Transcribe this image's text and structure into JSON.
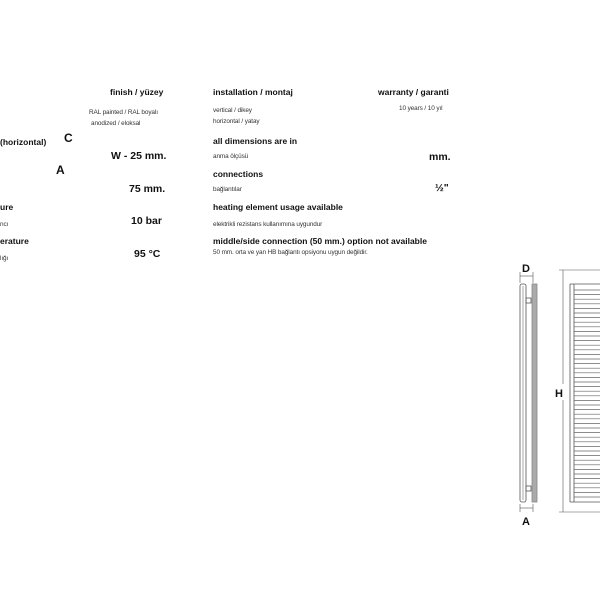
{
  "left_col": {
    "cut_heading_1": "(horizontal)",
    "label_C": "C",
    "label_A": "A",
    "cut_heading_2": "ure",
    "cut_sub_2": "ncı",
    "cut_heading_3": "erature",
    "cut_sub_3": "lığı"
  },
  "finish": {
    "heading": "finish / yüzey",
    "line1": "RAL painted / RAL boyalı",
    "line2": "anodized  / eloksal"
  },
  "values": {
    "c_value": "W - 25 mm.",
    "a_value": "75 mm.",
    "pressure_value": "10 bar",
    "temperature_value": "95 °C"
  },
  "installation": {
    "heading": "installation / montaj",
    "line1": "vertical / dikey",
    "line2": "horizontal / yatay"
  },
  "warranty": {
    "heading": "warranty / garanti",
    "value": "10 years / 10 yıl"
  },
  "dimensions": {
    "heading": "all dimensions are in",
    "sub": "anma ölçüsü",
    "unit": "mm."
  },
  "connections": {
    "heading": "connections",
    "sub": "bağlantılar",
    "value": "½\""
  },
  "heating": {
    "heading": "heating element usage available",
    "sub": "elektrikli rezistans kullanımına uygundur"
  },
  "middle": {
    "heading": "middle/side connection (50 mm.) option not available",
    "sub": "50 mm. orta ve yan HB bağlantı opsiyonu uygun değildir."
  },
  "diagram": {
    "label_D": "D",
    "label_H": "H",
    "label_A": "A"
  },
  "colors": {
    "text": "#111111",
    "subtext": "#333333",
    "line": "#555555",
    "panel_shade": "#aaaaaa"
  }
}
